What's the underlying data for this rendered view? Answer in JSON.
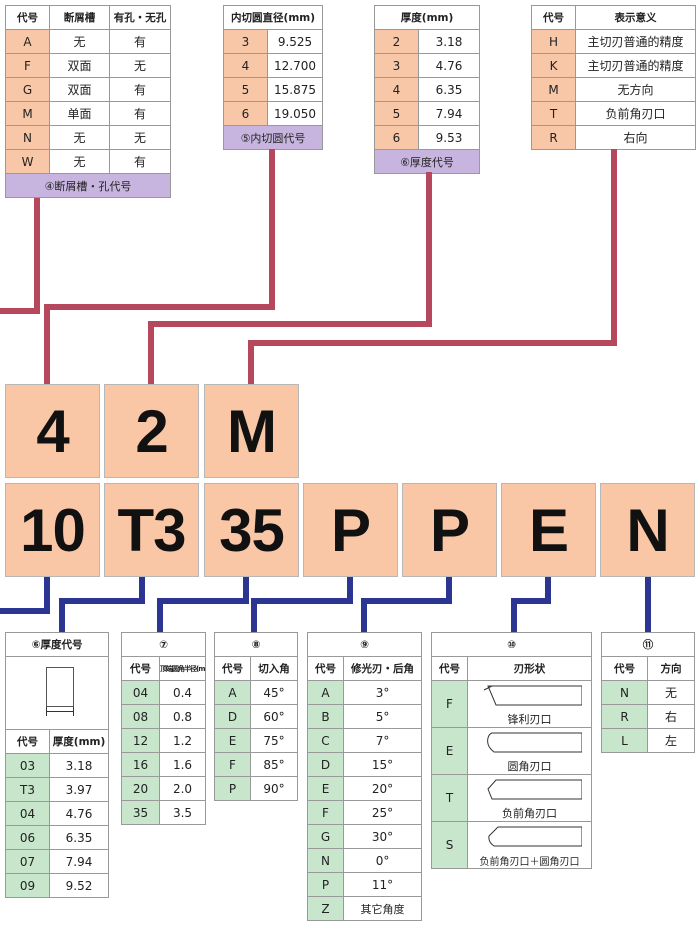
{
  "top_tables": {
    "t4": {
      "headers": [
        "代号",
        "断屑槽",
        "有孔・无孔"
      ],
      "rows": [
        [
          "A",
          "无",
          "有"
        ],
        [
          "F",
          "双面",
          "无"
        ],
        [
          "G",
          "双面",
          "有"
        ],
        [
          "M",
          "单面",
          "有"
        ],
        [
          "N",
          "无",
          "无"
        ],
        [
          "W",
          "无",
          "有"
        ]
      ],
      "caption": "④断屑槽・孔代号"
    },
    "t5": {
      "header": "内切圆直径(mm)",
      "rows": [
        [
          "3",
          "9.525"
        ],
        [
          "4",
          "12.700"
        ],
        [
          "5",
          "15.875"
        ],
        [
          "6",
          "19.050"
        ]
      ],
      "caption": "⑤内切圆代号"
    },
    "t6": {
      "header": "厚度(mm)",
      "rows": [
        [
          "2",
          "3.18"
        ],
        [
          "3",
          "4.76"
        ],
        [
          "4",
          "6.35"
        ],
        [
          "5",
          "7.94"
        ],
        [
          "6",
          "9.53"
        ]
      ],
      "caption": "⑥厚度代号"
    },
    "tm": {
      "headers": [
        "代号",
        "表示意义"
      ],
      "rows": [
        [
          "H",
          "主切刃普通的精度"
        ],
        [
          "K",
          "主切刃普通的精度"
        ],
        [
          "M",
          "无方向"
        ],
        [
          "T",
          "负前角刃口"
        ],
        [
          "R",
          "右向"
        ]
      ]
    }
  },
  "code_row1": [
    "4",
    "2",
    "M"
  ],
  "code_row2": [
    "10",
    "T3",
    "35",
    "P",
    "P",
    "E",
    "N"
  ],
  "bottom_tables": {
    "b6": {
      "title": "⑥厚度代号",
      "headers": [
        "代号",
        "厚度(mm)"
      ],
      "rows": [
        [
          "03",
          "3.18"
        ],
        [
          "T3",
          "3.97"
        ],
        [
          "04",
          "4.76"
        ],
        [
          "06",
          "6.35"
        ],
        [
          "07",
          "7.94"
        ],
        [
          "09",
          "9.52"
        ]
      ]
    },
    "b7": {
      "title": "⑦",
      "headers": [
        "代号",
        "顶端圆角半径(mm)"
      ],
      "rows": [
        [
          "04",
          "0.4"
        ],
        [
          "08",
          "0.8"
        ],
        [
          "12",
          "1.2"
        ],
        [
          "16",
          "1.6"
        ],
        [
          "20",
          "2.0"
        ],
        [
          "35",
          "3.5"
        ]
      ]
    },
    "b8": {
      "title": "⑧",
      "headers": [
        "代号",
        "切入角"
      ],
      "rows": [
        [
          "A",
          "45°"
        ],
        [
          "D",
          "60°"
        ],
        [
          "E",
          "75°"
        ],
        [
          "F",
          "85°"
        ],
        [
          "P",
          "90°"
        ]
      ]
    },
    "b9": {
      "title": "⑨",
      "headers": [
        "代号",
        "修光刃・后角"
      ],
      "rows": [
        [
          "A",
          "3°"
        ],
        [
          "B",
          "5°"
        ],
        [
          "C",
          "7°"
        ],
        [
          "D",
          "15°"
        ],
        [
          "E",
          "20°"
        ],
        [
          "F",
          "25°"
        ],
        [
          "G",
          "30°"
        ],
        [
          "N",
          "0°"
        ],
        [
          "P",
          "11°"
        ],
        [
          "Z",
          "其它角度"
        ]
      ]
    },
    "b10": {
      "title": "⑩",
      "headers": [
        "代号",
        "刃形状"
      ],
      "rows": [
        [
          "F",
          "锋利刃口"
        ],
        [
          "E",
          "圆角刃口"
        ],
        [
          "T",
          "负前角刃口"
        ],
        [
          "S",
          "负前角刃口＋圆角刃口"
        ]
      ]
    },
    "b11": {
      "title": "⑪",
      "headers": [
        "代号",
        "方向"
      ],
      "rows": [
        [
          "N",
          "无"
        ],
        [
          "R",
          "右"
        ],
        [
          "L",
          "左"
        ]
      ]
    }
  },
  "colors": {
    "top_connector": "#b5485c",
    "bottom_connector": "#2d3592",
    "code_box": "#f9c6a6",
    "code_cell_green": "#c7e6cc",
    "caption_purple": "#c7b5df",
    "header_yellow": "#fbe08a"
  }
}
